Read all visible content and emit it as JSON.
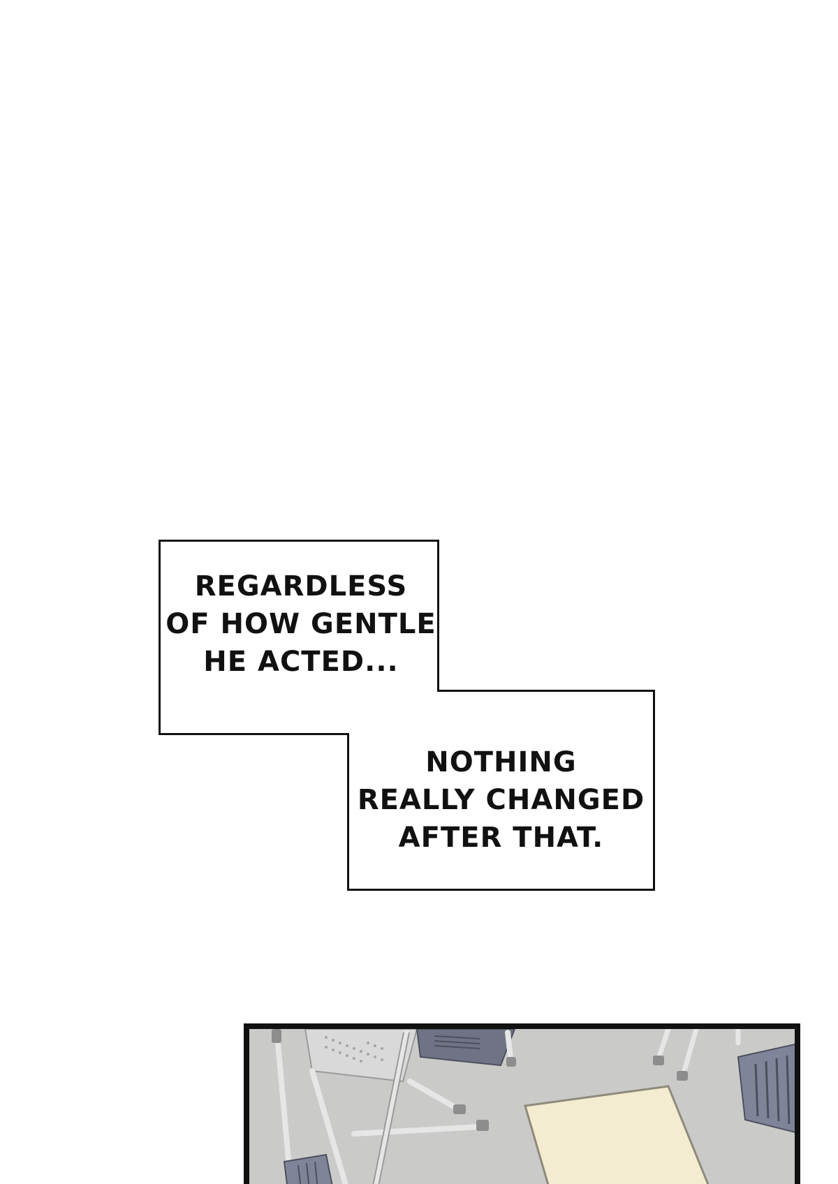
{
  "captions": [
    {
      "text": "REGARDLESS\nOF HOW GENTLE\nHE ACTED..."
    },
    {
      "text": "NOTHING\nREALLY CHANGED\nAFTER THAT."
    }
  ],
  "panel": {
    "scene": "classroom-desks-chairs"
  },
  "colors": {
    "border": "#111111",
    "background": "#ffffff",
    "floor": "#c9c9c7",
    "desk_top": "#f4ecd0",
    "chair": "#7f8498"
  }
}
